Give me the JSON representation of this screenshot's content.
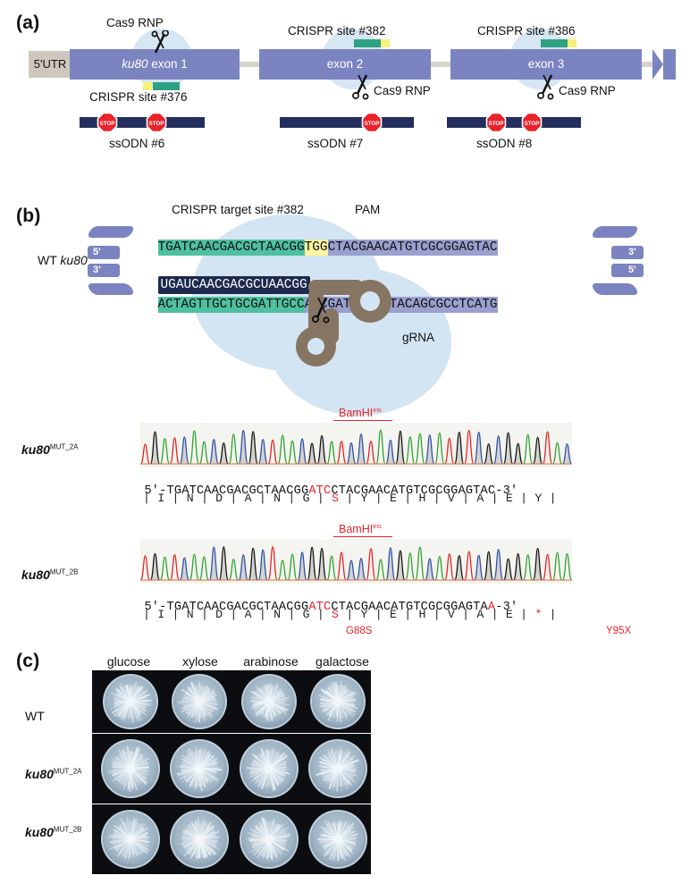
{
  "figure": {
    "panel_a": {
      "letter": "(a)",
      "utr_label": "5'UTR",
      "exons": [
        {
          "name": "ku80",
          "label": "exon 1"
        },
        {
          "name": "",
          "label": "exon 2"
        },
        {
          "name": "",
          "label": "exon 3"
        }
      ],
      "crispr_sites": [
        {
          "label": "CRISPR site #376",
          "position": "below"
        },
        {
          "label": "CRISPR site #382",
          "position": "above"
        },
        {
          "label": "CRISPR site #386",
          "position": "above"
        }
      ],
      "cas9_labels": [
        "Cas9 RNP",
        "Cas9 RNP",
        "Cas9 RNP"
      ],
      "ssodn": [
        {
          "label": "ssODN #6",
          "stops": 2
        },
        {
          "label": "ssODN #7",
          "stops": 1
        },
        {
          "label": "ssODN #8",
          "stops": 2
        }
      ],
      "stop_sign_text": "STOP",
      "colors": {
        "exon": "#7b84c0",
        "utr": "#cdc7bd",
        "intron": "#d6d3cd",
        "halo": "#cfe2f1",
        "crispr_green": "#2fa183",
        "crispr_yellow": "#f7f07a",
        "ssodn_bar": "#242f5e",
        "stop_red": "#e8232a"
      }
    },
    "panel_b": {
      "letter": "(b)",
      "target_site_label": "CRISPR target site #382",
      "pam_label": "PAM",
      "wt_label_plain": "WT ",
      "wt_label_italic": "ku80",
      "grna_label": "gRNA",
      "strand_ticks": {
        "top_left": "5'",
        "top_right": "3'",
        "bottom_left": "3'",
        "bottom_right": "5'"
      },
      "top_strand": {
        "protospacer": "TGATCAACGACGCTAACGG",
        "pam": "TGG",
        "downstream": "CTACGAACATGTCGCGGAGTAC"
      },
      "grna_sequence": "UGAUCAACGACGCUAACGG",
      "bottom_strand": {
        "complement": "ACTAGTTGCTGCGATTGCC",
        "downstream": "ACCGATGCTTGTACAGCGCCTCATG"
      },
      "colors": {
        "halo": "#d3e5f3",
        "strand": "#7b84c0",
        "protospacer_green": "#4fc0a0",
        "pam_yellow": "#fbf4a0",
        "flank_purple": "#9aa0cf",
        "grna_dark": "#1e2a4d",
        "grna_brown": "#877564"
      },
      "chromatograms": [
        {
          "row_label_italic": "ku80",
          "row_label_sup": "MUT_2A",
          "enzyme_label": "BamHI",
          "enzyme_sup": "ins",
          "seq_prefix": "5'-",
          "seq_part1": "TGATCAACGACGCTAACGG",
          "seq_insert": "ATC",
          "seq_part2": "CTACGAACATGTCGCGGAGTAC",
          "seq_tail_red": "",
          "seq_suffix": "-3'",
          "aa_row": "| I | N | D | A | N | G | S | Y | E | H | V | A | E | Y |",
          "aa_residues": [
            "I",
            "N",
            "D",
            "A",
            "N",
            "G",
            "S",
            "Y",
            "E",
            "H",
            "V",
            "A",
            "E",
            "Y"
          ],
          "aa_red_indices": [
            6
          ],
          "mutation_labels": []
        },
        {
          "row_label_italic": "ku80",
          "row_label_sup": "MUT_2B",
          "enzyme_label": "BamHI",
          "enzyme_sup": "ins",
          "seq_prefix": "5'-",
          "seq_part1": "TGATCAACGACGCTAACGG",
          "seq_insert": "ATC",
          "seq_part2": "CTACGAACATGTCGCGGAGTA",
          "seq_tail_red": "A",
          "seq_suffix": "-3'",
          "aa_row": "| I | N | D | A | N | G | S | Y | E | H | V | A | E | * |",
          "aa_residues": [
            "I",
            "N",
            "D",
            "A",
            "N",
            "G",
            "S",
            "Y",
            "E",
            "H",
            "V",
            "A",
            "E",
            "*"
          ],
          "aa_red_indices": [
            6,
            13
          ],
          "mutation_labels": [
            {
              "text": "G88S",
              "under": 6
            },
            {
              "text": "Y95X",
              "under": 13
            }
          ]
        }
      ]
    },
    "panel_c": {
      "letter": "(c)",
      "columns": [
        "glucose",
        "xylose",
        "arabinose",
        "galactose"
      ],
      "rows": [
        {
          "label_plain": "WT",
          "label_italic": "",
          "label_sup": ""
        },
        {
          "label_plain": "",
          "label_italic": "ku80",
          "label_sup": "MUT_2A"
        },
        {
          "label_plain": "",
          "label_italic": "ku80",
          "label_sup": "MUT_2B"
        }
      ],
      "plate_background": "#0b0d10"
    }
  }
}
